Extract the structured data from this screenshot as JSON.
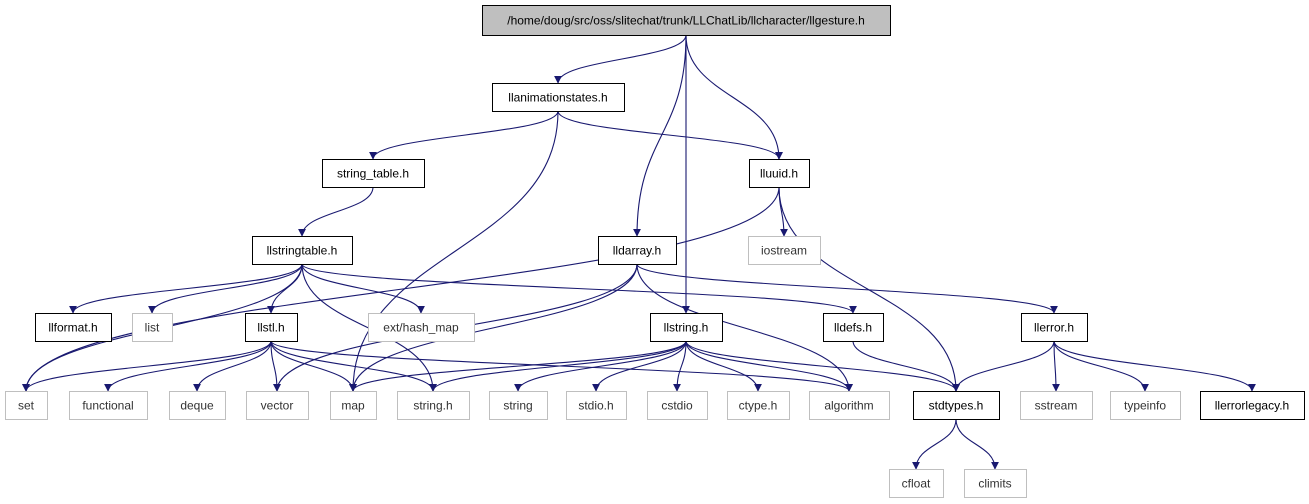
{
  "graph": {
    "nodes": [
      {
        "id": "llgesture",
        "label": "/home/doug/src/oss/slitechat/trunk/LLChatLib/llcharacter/llgesture.h",
        "kind": "root"
      },
      {
        "id": "llanimationstates",
        "label": "llanimationstates.h",
        "kind": "local"
      },
      {
        "id": "string_table",
        "label": "string_table.h",
        "kind": "local"
      },
      {
        "id": "lluuid",
        "label": "lluuid.h",
        "kind": "local"
      },
      {
        "id": "llstringtable",
        "label": "llstringtable.h",
        "kind": "local"
      },
      {
        "id": "lldarray",
        "label": "lldarray.h",
        "kind": "local"
      },
      {
        "id": "iostream",
        "label": "iostream",
        "kind": "system"
      },
      {
        "id": "llformat",
        "label": "llformat.h",
        "kind": "local"
      },
      {
        "id": "list",
        "label": "list",
        "kind": "system"
      },
      {
        "id": "llstl",
        "label": "llstl.h",
        "kind": "local"
      },
      {
        "id": "ext_hash_map",
        "label": "ext/hash_map",
        "kind": "system"
      },
      {
        "id": "llstring",
        "label": "llstring.h",
        "kind": "local"
      },
      {
        "id": "lldefs",
        "label": "lldefs.h",
        "kind": "local"
      },
      {
        "id": "llerror",
        "label": "llerror.h",
        "kind": "local"
      },
      {
        "id": "set",
        "label": "set",
        "kind": "system"
      },
      {
        "id": "functional",
        "label": "functional",
        "kind": "system"
      },
      {
        "id": "deque",
        "label": "deque",
        "kind": "system"
      },
      {
        "id": "vector",
        "label": "vector",
        "kind": "system"
      },
      {
        "id": "map",
        "label": "map",
        "kind": "system"
      },
      {
        "id": "string_h",
        "label": "string.h",
        "kind": "system"
      },
      {
        "id": "string",
        "label": "string",
        "kind": "system"
      },
      {
        "id": "stdio_h",
        "label": "stdio.h",
        "kind": "system"
      },
      {
        "id": "cstdio",
        "label": "cstdio",
        "kind": "system"
      },
      {
        "id": "ctype_h",
        "label": "ctype.h",
        "kind": "system"
      },
      {
        "id": "algorithm",
        "label": "algorithm",
        "kind": "system"
      },
      {
        "id": "stdtypes",
        "label": "stdtypes.h",
        "kind": "local"
      },
      {
        "id": "sstream",
        "label": "sstream",
        "kind": "system"
      },
      {
        "id": "typeinfo",
        "label": "typeinfo",
        "kind": "system"
      },
      {
        "id": "llerrorlegacy",
        "label": "llerrorlegacy.h",
        "kind": "local"
      },
      {
        "id": "cfloat",
        "label": "cfloat",
        "kind": "system"
      },
      {
        "id": "climits",
        "label": "climits",
        "kind": "system"
      }
    ],
    "edges": [
      [
        "llgesture",
        "llanimationstates"
      ],
      [
        "llgesture",
        "lluuid"
      ],
      [
        "llgesture",
        "lldarray"
      ],
      [
        "llgesture",
        "llstring"
      ],
      [
        "llanimationstates",
        "string_table"
      ],
      [
        "llanimationstates",
        "lluuid"
      ],
      [
        "llanimationstates",
        "map"
      ],
      [
        "string_table",
        "llstringtable"
      ],
      [
        "lluuid",
        "iostream"
      ],
      [
        "lluuid",
        "set"
      ],
      [
        "lluuid",
        "stdtypes"
      ],
      [
        "llstringtable",
        "llformat"
      ],
      [
        "llstringtable",
        "list"
      ],
      [
        "llstringtable",
        "llstl"
      ],
      [
        "llstringtable",
        "ext_hash_map"
      ],
      [
        "llstringtable",
        "set"
      ],
      [
        "llstringtable",
        "string_h"
      ],
      [
        "llstringtable",
        "lldefs"
      ],
      [
        "lldarray",
        "vector"
      ],
      [
        "lldarray",
        "map"
      ],
      [
        "lldarray",
        "algorithm"
      ],
      [
        "lldarray",
        "llerror"
      ],
      [
        "llstl",
        "set"
      ],
      [
        "llstl",
        "functional"
      ],
      [
        "llstl",
        "deque"
      ],
      [
        "llstl",
        "vector"
      ],
      [
        "llstl",
        "map"
      ],
      [
        "llstl",
        "string_h"
      ],
      [
        "llstl",
        "algorithm"
      ],
      [
        "llstring",
        "map"
      ],
      [
        "llstring",
        "string_h"
      ],
      [
        "llstring",
        "string"
      ],
      [
        "llstring",
        "stdio_h"
      ],
      [
        "llstring",
        "cstdio"
      ],
      [
        "llstring",
        "ctype_h"
      ],
      [
        "llstring",
        "algorithm"
      ],
      [
        "llstring",
        "stdtypes"
      ],
      [
        "lldefs",
        "stdtypes"
      ],
      [
        "llerror",
        "stdtypes"
      ],
      [
        "llerror",
        "sstream"
      ],
      [
        "llerror",
        "typeinfo"
      ],
      [
        "llerror",
        "llerrorlegacy"
      ],
      [
        "stdtypes",
        "cfloat"
      ],
      [
        "stdtypes",
        "climits"
      ]
    ]
  },
  "colors": {
    "root_fill": "#bfbfbf",
    "local_border": "#000000",
    "system_border": "#bfbfbf",
    "edge": "#191970",
    "local_text": "#000000",
    "system_text": "#333333"
  }
}
